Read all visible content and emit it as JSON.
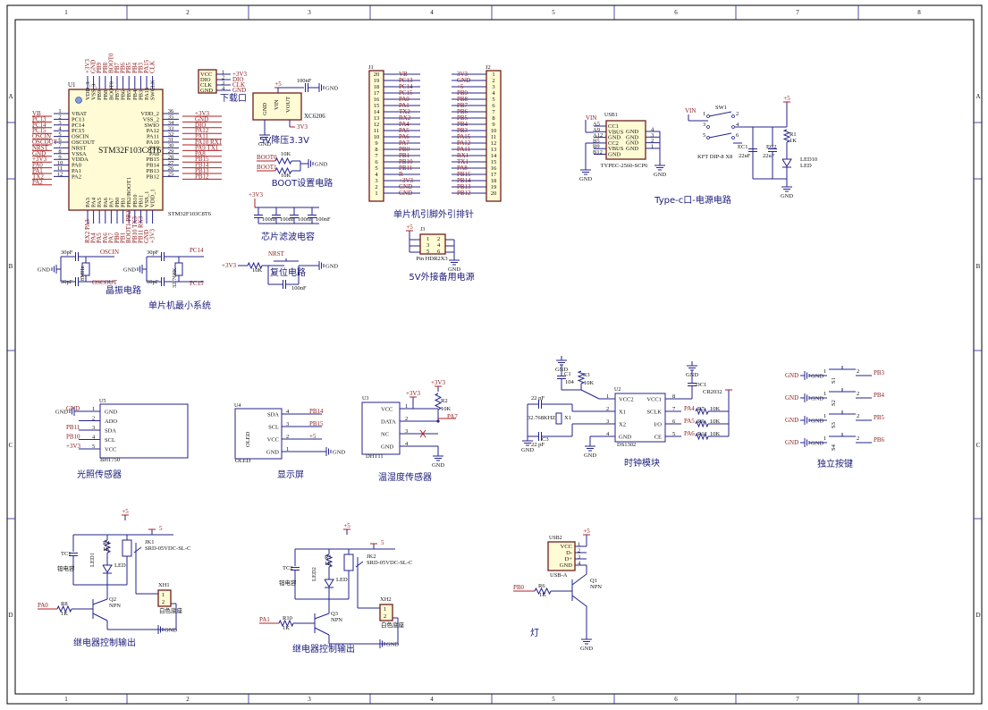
{
  "frame": {
    "cols": [
      "1",
      "2",
      "3",
      "4",
      "5",
      "6",
      "7",
      "8"
    ],
    "rows": [
      "A",
      "B",
      "C",
      "D"
    ]
  },
  "mcu": {
    "ref": "U1",
    "part": "STM32F103C8T6",
    "part_small": "STM32F103C8T6",
    "left_pins": [
      {
        "num": "1",
        "name": "VBAT",
        "net": "VB"
      },
      {
        "num": "2",
        "name": "PC13",
        "net": "PC13"
      },
      {
        "num": "3",
        "name": "PC14",
        "net": "PC14"
      },
      {
        "num": "4",
        "name": "PC15",
        "net": "PC15"
      },
      {
        "num": "5",
        "name": "OSCIN",
        "net": "OSCIN"
      },
      {
        "num": "6",
        "name": "OSCOUT",
        "net": "OSCOUT"
      },
      {
        "num": "7",
        "name": "NRST",
        "net": "NRST"
      },
      {
        "num": "8",
        "name": "VSSA",
        "net": "GND"
      },
      {
        "num": "9",
        "name": "VDDA",
        "net": "+3V3"
      },
      {
        "num": "10",
        "name": "PA0",
        "net": "PA0"
      },
      {
        "num": "11",
        "name": "PA1",
        "net": "PA1"
      },
      {
        "num": "12",
        "name": "PA2",
        "net": "TX2"
      },
      {
        "num": "",
        "name": "",
        "net": "PA2"
      }
    ],
    "right_pins": [
      {
        "num": "36",
        "name": "VDD_2",
        "net": "+3V3"
      },
      {
        "num": "35",
        "name": "VSS_2",
        "net": "GND"
      },
      {
        "num": "34",
        "name": "SWIO",
        "net": "DIO"
      },
      {
        "num": "33",
        "name": "PA12",
        "net": "PA12"
      },
      {
        "num": "32",
        "name": "PA11",
        "net": "PA11"
      },
      {
        "num": "31",
        "name": "PA10",
        "net": "PA10 RX1"
      },
      {
        "num": "30",
        "name": "PA9",
        "net": "PA9 TX1"
      },
      {
        "num": "29",
        "name": "PA8",
        "net": "PA8"
      },
      {
        "num": "28",
        "name": "PB15",
        "net": "PB15"
      },
      {
        "num": "27",
        "name": "PB14",
        "net": "PB14"
      },
      {
        "num": "26",
        "name": "PB13",
        "net": "PB13"
      },
      {
        "num": "25",
        "name": "PB12",
        "net": "PB12"
      }
    ],
    "top_pins": [
      "VDD_3",
      "VSS_3",
      "PB9",
      "PB8",
      "BOOT0",
      "PB7",
      "PB6",
      "PB5",
      "PB4",
      "PB3",
      "PA15",
      "SWCLK"
    ],
    "top_nets": [
      "+3V3",
      "GND",
      "PB9",
      "PB8",
      "BOOT0",
      "PB7",
      "PB6",
      "PB5",
      "PB4",
      "PB3",
      "PA15",
      "CLK"
    ],
    "bottom_pins": [
      "PA3",
      "PA4",
      "PA5",
      "PA6",
      "PA7",
      "PB0",
      "PB1",
      "PB2/BOOT1",
      "PB10",
      "PB11",
      "VSS_1",
      "VDD_1"
    ],
    "bottom_nets": [
      "RX2 PA3",
      "PA4",
      "PA5",
      "PA6",
      "PA7",
      "PB0",
      "PB1",
      "BOOT1 PB2",
      "PB10 TX3",
      "PB11 RX3",
      "GND",
      "+3V3"
    ]
  },
  "swd": {
    "title": "下载口",
    "pins": [
      {
        "num": "1",
        "name": "VCC",
        "net": "+3V3"
      },
      {
        "num": "2",
        "name": "DIO",
        "net": "DIO"
      },
      {
        "num": "3",
        "name": "CLK",
        "net": "CLK"
      },
      {
        "num": "4",
        "name": "GND",
        "net": "GND"
      }
    ]
  },
  "ldo": {
    "title": "5V降压3.3V",
    "part": "XC6206",
    "vin": "+5",
    "vout": "3V3",
    "cap": "100nF",
    "pin_gnd": "GND",
    "pin_vin": "VIN",
    "pin_vout": "VOUT"
  },
  "boot": {
    "title": "BOOT设置电路",
    "r1": "10K",
    "r2": "10K",
    "net1": "BOOT0",
    "net2": "BOOT1"
  },
  "filter": {
    "title": "芯片滤波电容",
    "net": "+3V3",
    "caps": [
      "100nF",
      "100nF",
      "100nF",
      "100nF"
    ]
  },
  "osc": {
    "title": "晶振电路",
    "c1": "30pF",
    "c2": "30pF",
    "c3": "30pF",
    "c4": "30pF",
    "x1": "8MHz",
    "x2": "32.768K",
    "n1": "OSCIN",
    "n2": "OSCOUT",
    "n3": "PC14",
    "n4": "PC15"
  },
  "reset": {
    "title": "复位电路",
    "net": "+3V3",
    "r": "10K",
    "btn": "NRST",
    "cap": "100nF"
  },
  "mcu_sys_title": "单片机最小系统",
  "headers": {
    "title": "单片机引脚外引排针",
    "j1": {
      "ref": "J1",
      "pins": [
        "20",
        "19",
        "18",
        "17",
        "16",
        "15",
        "14",
        "13",
        "12",
        "11",
        "10",
        "9",
        "8",
        "7",
        "6",
        "5",
        "4",
        "3",
        "2",
        "1"
      ],
      "nets": [
        "VB",
        "PC13",
        "PC14",
        "PC15",
        "PA0",
        "PA1",
        "TX2",
        "RX2",
        "PA4",
        "PA5",
        "PA6",
        "PA7",
        "PB0",
        "PB1",
        "PB10",
        "PB11",
        "R",
        "+3V3",
        "GND",
        "GND"
      ]
    },
    "j2": {
      "ref": "J2",
      "pins": [
        "1",
        "2",
        "3",
        "4",
        "5",
        "6",
        "7",
        "8",
        "9",
        "10",
        "11",
        "12",
        "13",
        "14",
        "15",
        "16",
        "17",
        "18",
        "19",
        "20"
      ],
      "nets": [
        "3V3",
        "GND",
        "+5",
        "PB9",
        "PB8",
        "PB7",
        "PB6",
        "PB5",
        "PB4",
        "PB3",
        "PA15",
        "PA12",
        "PA11",
        "RX1",
        "TX1",
        "PA8",
        "PB15",
        "PB14",
        "PB13",
        "PB12"
      ]
    }
  },
  "ext5v": {
    "title": "5V外接备用电源",
    "ref": "J3",
    "part": "Pin HDR2X3",
    "pins": [
      "1",
      "2",
      "3",
      "4",
      "5",
      "6"
    ],
    "net": "+5"
  },
  "typec": {
    "title": "Type-c口-电源电路",
    "ref": "USB1",
    "part": "TYPEC-2560-SCP6",
    "vin": "VIN",
    "pins_l": [
      {
        "p": "A5",
        "n": "CC1"
      },
      {
        "p": "A9",
        "n": "VBUS"
      },
      {
        "p": "A12",
        "n": "GND"
      },
      {
        "p": "B5",
        "n": "CC2"
      },
      {
        "p": "B9",
        "n": "VBUS"
      },
      {
        "p": "B12",
        "n": "GND"
      }
    ],
    "pins_r": [
      {
        "p": "4",
        "n": "GND"
      },
      {
        "p": "3",
        "n": "GND"
      },
      {
        "p": "2",
        "n": "GND"
      },
      {
        "p": "1",
        "n": "GND"
      }
    ],
    "sw": "SW1",
    "sw_part": "KFT DIP-8 X8",
    "sw_pins": [
      "1",
      "2",
      "3",
      "4",
      "5",
      "6"
    ],
    "ec1": "EC1",
    "ec1v": "22uF",
    "ec2": "EC2",
    "ec2v": "22uF",
    "r1": "R1",
    "r1v": "1K",
    "led": "LED10",
    "ledlbl": "LED",
    "vout": "+5"
  },
  "light": {
    "title": "光照传感器",
    "ref": "U5",
    "part": "BH1750",
    "pins": [
      {
        "num": "1",
        "name": "GND",
        "net": "GND"
      },
      {
        "num": "2",
        "name": "ADO",
        "net": ""
      },
      {
        "num": "3",
        "name": "SDA",
        "net": "PB11"
      },
      {
        "num": "4",
        "name": "SCL",
        "net": "PB10"
      },
      {
        "num": "5",
        "name": "VCC",
        "net": "+3V3"
      }
    ]
  },
  "oled": {
    "title": "显示屏",
    "ref": "U4",
    "part": "OLED",
    "part_small": "OLED",
    "pins": [
      {
        "num": "4",
        "name": "SDA",
        "net": "PB14"
      },
      {
        "num": "3",
        "name": "SCL",
        "net": "PB15"
      },
      {
        "num": "2",
        "name": "VCC",
        "net": "+5"
      },
      {
        "num": "1",
        "name": "GND",
        "net": "GND"
      }
    ]
  },
  "dht": {
    "title": "温湿度传感器",
    "ref": "U3",
    "part": "DHT11",
    "r": "R2",
    "rv": "10K",
    "v1": "+3V3",
    "v2": "+3V3",
    "net": "PA7",
    "pins": [
      {
        "num": "1",
        "name": "VCC"
      },
      {
        "num": "2",
        "name": "DATA"
      },
      {
        "num": "3",
        "name": "NC"
      },
      {
        "num": "4",
        "name": "GND"
      }
    ]
  },
  "rtc": {
    "title": "时钟模块",
    "ref": "U2",
    "part": "DS1302",
    "c1": "C1",
    "c1v": "104",
    "r3": "R3",
    "r3v": "10K",
    "c2": "22 pF",
    "c3": "22 pF",
    "c3r": "C3",
    "x": "32.768KHZ",
    "xr": "X1",
    "bat": "DC1",
    "batv": "CR2032",
    "pins_l": [
      {
        "num": "1",
        "name": "VCC2"
      },
      {
        "num": "2",
        "name": "X1"
      },
      {
        "num": "3",
        "name": "X2"
      },
      {
        "num": "4",
        "name": "GND"
      }
    ],
    "pins_r": [
      {
        "num": "8",
        "name": "VCC1"
      },
      {
        "num": "7",
        "name": "SCLK"
      },
      {
        "num": "6",
        "name": "I/O"
      },
      {
        "num": "5",
        "name": "CE"
      }
    ],
    "nets": [
      {
        "n": "PA4",
        "r": "R7",
        "v": "10K"
      },
      {
        "n": "PA5",
        "r": "R9",
        "v": "10K"
      },
      {
        "n": "PA6",
        "r": "R12",
        "v": "10K"
      }
    ]
  },
  "keys": {
    "title": "独立按键",
    "items": [
      {
        "ref": "S1",
        "net": "PB3"
      },
      {
        "ref": "S2",
        "net": "PB4"
      },
      {
        "ref": "S3",
        "net": "PB5"
      },
      {
        "ref": "S4",
        "net": "PB6"
      }
    ]
  },
  "relay1": {
    "title": "继电器控制输出",
    "tc": "TC1",
    "tcl": "钽电容",
    "r4": "R4",
    "r4v": "1K",
    "led": "LED1",
    "ledl": "LED",
    "jk": "JK1",
    "jkp": "SRD-05VDC-SL-C",
    "q": "Q2",
    "ql": "NPN",
    "r8": "R8",
    "r8v": "1K",
    "net": "PA0",
    "xh": "XH1",
    "xhl": "白色底座",
    "v": "+5",
    "v5": "5"
  },
  "relay2": {
    "title": "继电器控制输出",
    "tc": "TC2",
    "tcl": "钽电容",
    "r5": "R5",
    "r5v": "1K",
    "led": "LED2",
    "ledl": "LED",
    "jk": "JK2",
    "jkp": "SRD-05VDC-SL-C",
    "q": "Q3",
    "ql": "NPN",
    "r10": "R10",
    "r10v": "1K",
    "net": "PA1",
    "xh": "XH2",
    "xhl": "白色底座",
    "v": "+5",
    "v5": "5"
  },
  "lamp": {
    "title": "灯",
    "ref": "USB2",
    "part": "USB-A",
    "pins": [
      "VCC",
      "D-",
      "D+",
      "GND"
    ],
    "q": "Q1",
    "ql": "NPN",
    "r": "R6",
    "rv": "1K",
    "net": "PB0",
    "v": "+5"
  },
  "gnd": "GND"
}
